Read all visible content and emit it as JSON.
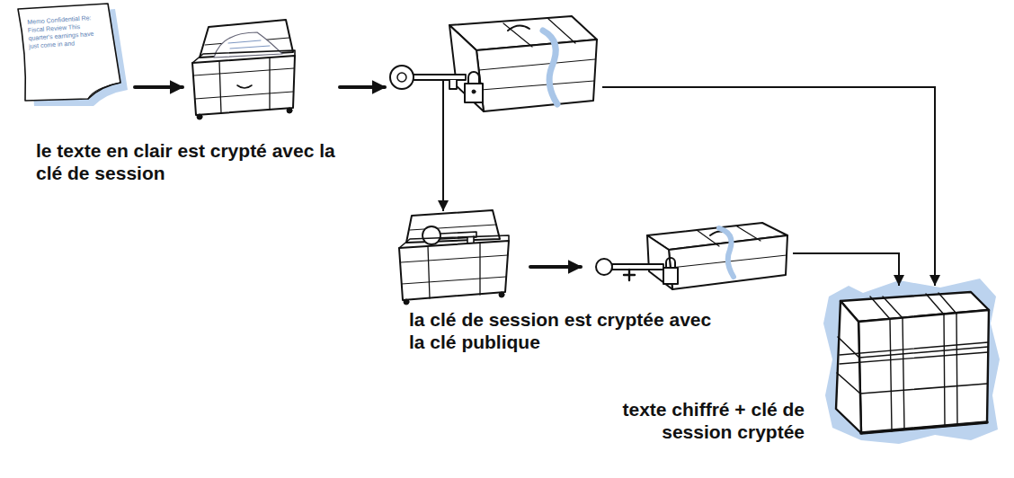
{
  "diagram": {
    "nodes": [
      {
        "text": [
          "le texte en clair est crypté avec la clé de session"
        ]
      },
      {
        "text": [
          "la clé de session est cryptée avec la clé publique"
        ]
      },
      {
        "text": [
          "texte chiffré + clé de session cryptée"
        ]
      }
    ],
    "edges": [
      {
        "from": 0,
        "to": 1,
        "arrow": "to"
      },
      {
        "from": 0,
        "to": 2,
        "arrow": "to"
      },
      {
        "from": 1,
        "to": 2,
        "arrow": "to"
      }
    ],
    "labels": [
      "Memo Confidential Re: Fiscal Review This quarter's earnings have just come in and"
    ]
  }
}
